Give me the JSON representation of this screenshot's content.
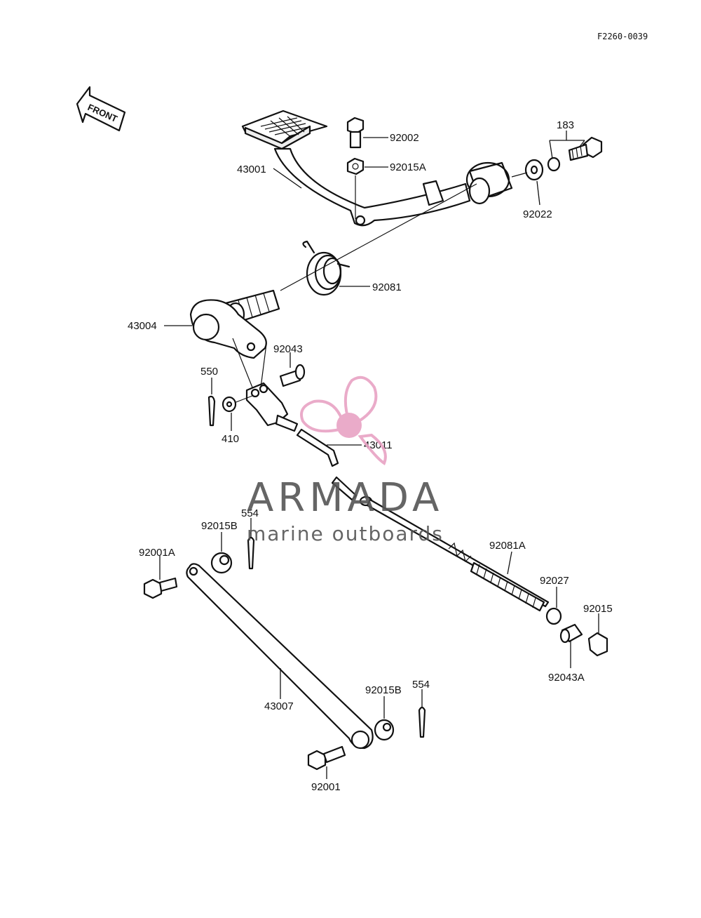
{
  "figure_code": "F2260-0039",
  "front_label": "FRONT",
  "watermark": {
    "brand": "ARMADA",
    "tagline": "marine outboards",
    "accent": "#e8a2c4"
  },
  "parts": {
    "p43001": "43001",
    "p92002": "92002",
    "p92015A": "92015A",
    "p183": "183",
    "p92022": "92022",
    "p92081": "92081",
    "p43004": "43004",
    "p92043": "92043",
    "p550": "550",
    "p410": "410",
    "p43011": "43011",
    "p554a": "554",
    "p92015Ba": "92015B",
    "p92001A": "92001A",
    "p92081A": "92081A",
    "p92027": "92027",
    "p92015": "92015",
    "p92043A": "92043A",
    "p43007": "43007",
    "p92015Bb": "92015B",
    "p554b": "554",
    "p92001": "92001"
  }
}
